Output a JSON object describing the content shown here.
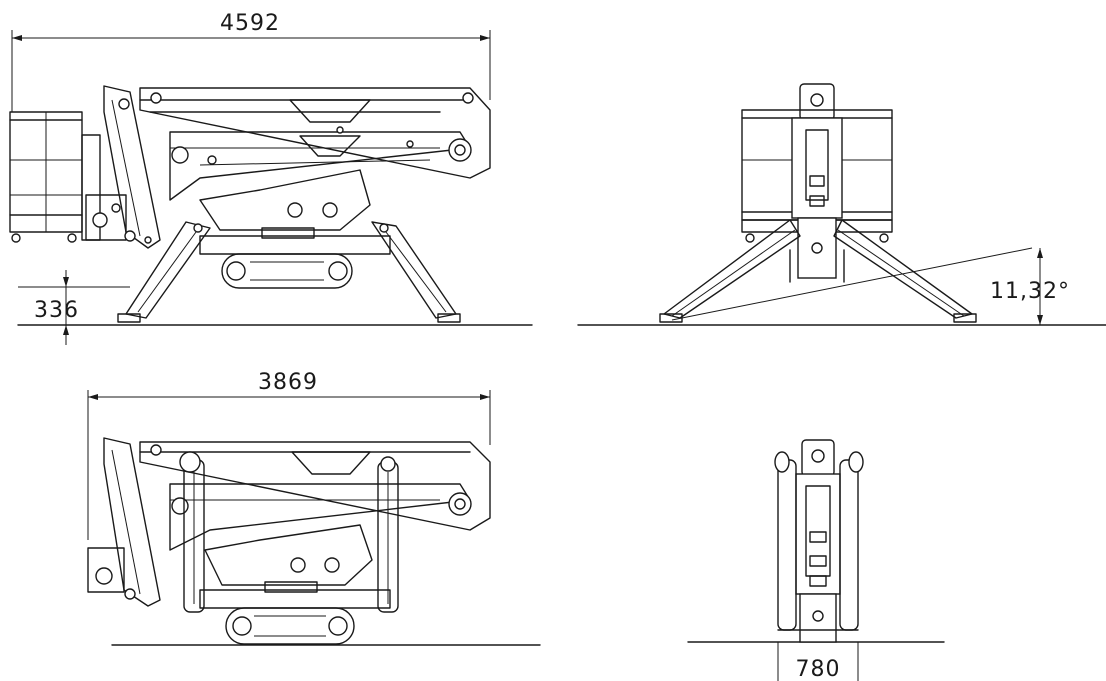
{
  "dimensions": {
    "working_length": "4592",
    "ground_clearance": "336",
    "outrigger_angle": "11,32°",
    "transport_length": "3869",
    "transport_width": "780"
  },
  "views": [
    "side-view-outriggers-deployed",
    "front-view-outriggers-deployed",
    "side-view-transport",
    "front-view-transport"
  ]
}
